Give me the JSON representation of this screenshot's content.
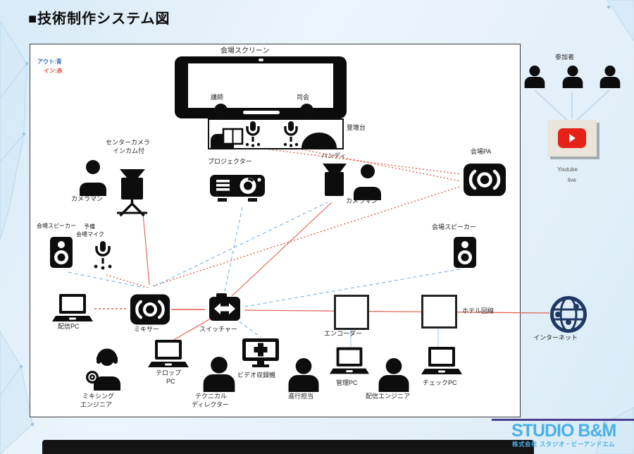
{
  "title": "■技術制作システム図",
  "legend": {
    "line1": "アウト:青",
    "line2": "イン:赤"
  },
  "colors": {
    "red_line": "#df5f4e",
    "blue_line": "#85b7e6",
    "youtube_red": "#e62117",
    "logo_blue": "#49b0e8",
    "globe_navy": "#1f3864"
  },
  "stage": {
    "screen": "会場スクリーン",
    "lecturer": "講師",
    "mc": "司会",
    "podium": "登壇台"
  },
  "left_camera": {
    "line1": "センターカメラ",
    "line2": "インカム付",
    "operator": "カメラマン"
  },
  "projector": {
    "label": "プロジェクター"
  },
  "handy_camera": {
    "label": "ハンディ",
    "operator": "カメラマン"
  },
  "venue_pa": {
    "label": "会場PA"
  },
  "left_audio": {
    "speaker": "会場スピーカー",
    "mic_line1": "予備",
    "mic_line2": "会場マイク"
  },
  "right_speaker": {
    "label": "会場スピーカー"
  },
  "mid_row": {
    "stream_pc": "配信PC",
    "mixer": "ミキサー",
    "switcher": "スイッチャー",
    "encoder": "エンコーダー",
    "hotel_line": "ホテル回線",
    "internet": "インターネット"
  },
  "audience": {
    "label": "参加者",
    "youtube_line1": "Youtube",
    "youtube_line2": "live"
  },
  "crew": {
    "mixing_line1": "ミキシング",
    "mixing_line2": "エンジニア",
    "telop_line1": "テロップ",
    "telop_line2": "PC",
    "td_line1": "テクニカル",
    "td_line2": "ディレクター",
    "recorder": "ビデオ収録機",
    "moderator": "進行担当",
    "admin_pc": "管理PC",
    "stream_engineer": "配信エンジニア",
    "check_pc": "チェックPC"
  },
  "footer": {
    "logo": "STUDIO B&M",
    "company": "株式会社 スタジオ・ビーアンドエム"
  }
}
